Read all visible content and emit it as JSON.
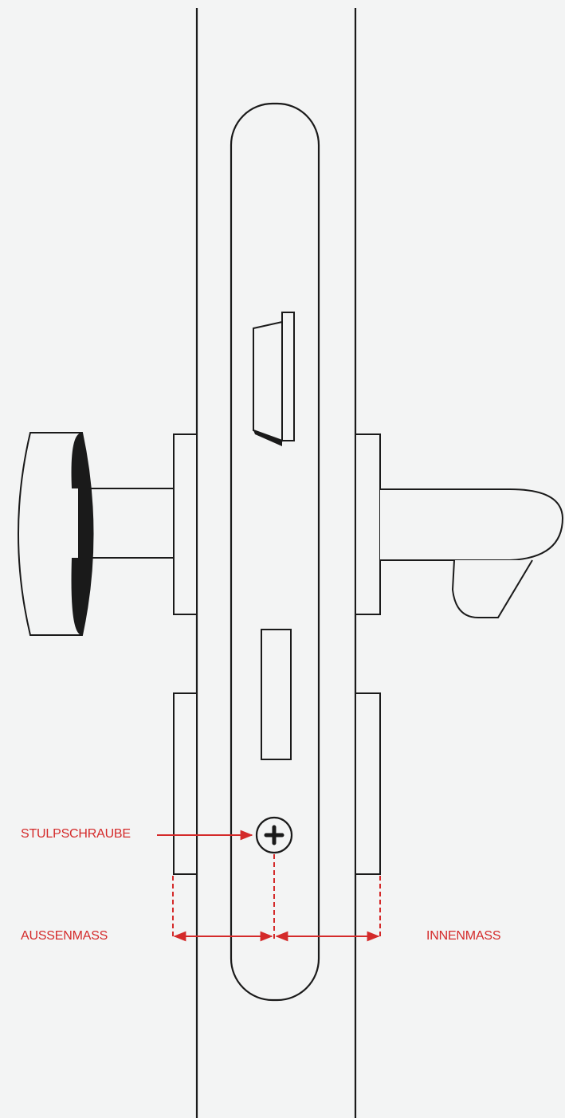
{
  "labels": {
    "stulpschraube": "STULPSCHRAUBE",
    "aussenmass": "AUSSENMASS",
    "innenmass": "INNENMASS"
  },
  "colors": {
    "background": "#f3f4f4",
    "outline": "#1a1a1a",
    "annotation": "#d42a2a"
  },
  "icons": {
    "screw": "phillips-screw-icon",
    "arrow": "double-arrow-icon"
  }
}
